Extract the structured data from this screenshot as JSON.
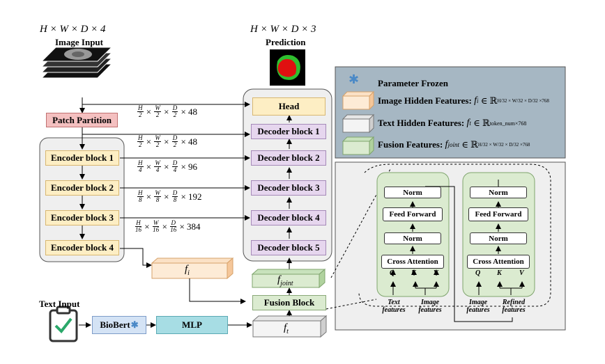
{
  "inputs": {
    "image_dims": "H × W × D × 4",
    "image_input_label": "Image Input",
    "pred_dims": "H × W × D × 3",
    "prediction_label": "Prediction",
    "text_input_label": "Text Input"
  },
  "encoder": {
    "patch_partition": "Patch Partition",
    "blocks": [
      "Encoder block 1",
      "Encoder block 2",
      "Encoder block 3",
      "Encoder block 4"
    ]
  },
  "decoder": {
    "head": "Head",
    "blocks": [
      "Decoder block 1",
      "Decoder block 2",
      "Decoder block 3",
      "Decoder block 4",
      "Decoder block 5"
    ]
  },
  "dims": {
    "d0": {
      "n1": "H",
      "d1": "2",
      "n2": "W",
      "d2": "2",
      "n3": "D",
      "d3": "2",
      "c": "× 48"
    },
    "d1": {
      "n1": "H",
      "d1": "2",
      "n2": "W",
      "d2": "2",
      "n3": "D",
      "d3": "2",
      "c": "× 48"
    },
    "d2": {
      "n1": "H",
      "d1": "4",
      "n2": "W",
      "d2": "4",
      "n3": "D",
      "d3": "4",
      "c": "× 96"
    },
    "d3": {
      "n1": "H",
      "d1": "8",
      "n2": "W",
      "d2": "8",
      "n3": "D",
      "d3": "8",
      "c": "× 192"
    },
    "d4": {
      "n1": "H",
      "d1": "16",
      "n2": "W",
      "d2": "16",
      "n3": "D",
      "d3": "16",
      "c": "× 384"
    }
  },
  "features": {
    "fi": "f",
    "fi_sub": "i",
    "fjoint": "f",
    "fjoint_sub": "joint",
    "ft": "f",
    "ft_sub": "t"
  },
  "text_branch": {
    "biobert": "BioBert",
    "mlp": "MLP",
    "fusion_block": "Fusion Block"
  },
  "legend": {
    "frozen": "Parameter Frozen",
    "image_hidden": "Image Hidden Features:",
    "image_hidden_math": "f",
    "image_hidden_sub": "i",
    "image_hidden_set": "∈ ℝ",
    "image_hidden_exp": "H/32 × W/32 × D/32 ×768",
    "text_hidden": "Text Hidden Features:",
    "text_hidden_math": "f",
    "text_hidden_sub": "t",
    "text_hidden_set": "∈ ℝ",
    "text_hidden_exp": "token_num×768",
    "fusion": "Fusion Features:",
    "fusion_math": "f",
    "fusion_sub": "joint",
    "fusion_set": "∈ ℝ",
    "fusion_exp": "H/32 × W/32 × D/32 ×768"
  },
  "fusion_detail": {
    "norm": "Norm",
    "feed_forward": "Feed Forward",
    "cross_attention": "Cross Attention",
    "q": "Q",
    "k": "K",
    "v": "V",
    "left_in1": "Text",
    "left_in1b": "features",
    "left_in2": "Image",
    "left_in2b": "features",
    "right_in1": "Image",
    "right_in1b": "features",
    "right_in2": "Refined",
    "right_in2b": "features"
  },
  "colors": {
    "encoder": "#fdeec4",
    "decoder": "#e6d6ee",
    "fusion": "#dbebd0",
    "patch": "#f4c0c0",
    "legend_bg": "#a6b7c3",
    "mlp": "#a7dde4",
    "biobert": "#d4e3f5"
  }
}
